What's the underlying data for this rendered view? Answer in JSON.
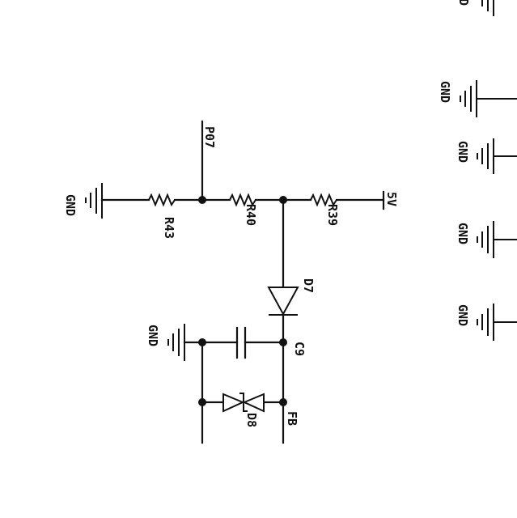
{
  "colors": {
    "ink": "#111111",
    "background": "#ffffff"
  },
  "labels": {
    "gnd": "GND",
    "p07": "P07",
    "supply": "5V",
    "fb": "FB",
    "r43": "R43",
    "r40": "R40",
    "r39": "R39",
    "d7": "D7",
    "d8": "D8",
    "c9": "C9",
    "top_fragment": "D"
  },
  "components": {
    "resistors": [
      "R43",
      "R40",
      "R39"
    ],
    "diodes": [
      "D7",
      "D8"
    ],
    "capacitors": [
      "C9"
    ],
    "nets": [
      "GND",
      "P07",
      "5V",
      "FB"
    ]
  }
}
